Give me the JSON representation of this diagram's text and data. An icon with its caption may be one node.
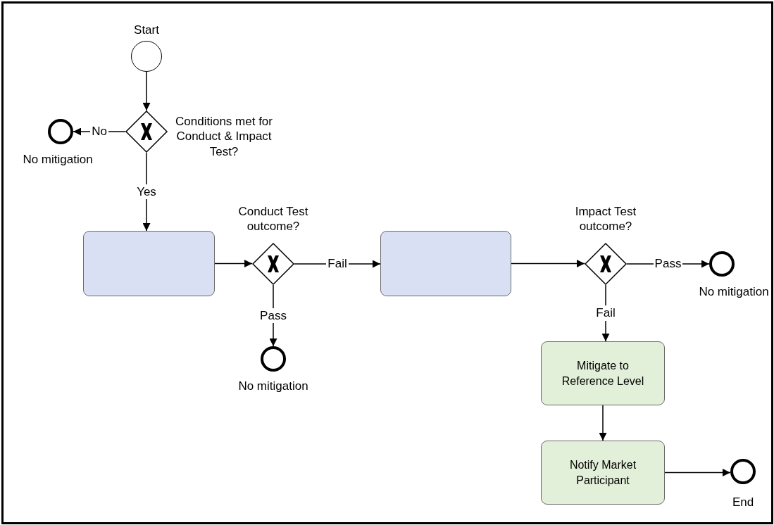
{
  "diagram": {
    "nodes": [
      {
        "text": [],
        "shape": "circle",
        "beside": [
          "Start"
        ]
      },
      {
        "text": [],
        "shape": "diamond",
        "beside": [
          "Conditions met for Conduct & Impact Test?"
        ]
      },
      {
        "text": [],
        "shape": "circle",
        "beside": [
          "No mitigation"
        ]
      },
      {
        "text": [],
        "shape": "box"
      },
      {
        "text": [],
        "shape": "diamond",
        "beside": [
          "Conduct Test outcome?"
        ]
      },
      {
        "text": [],
        "shape": "box"
      },
      {
        "text": [],
        "shape": "circle",
        "beside": [
          "No mitigation"
        ]
      },
      {
        "text": [],
        "shape": "diamond",
        "beside": [
          "Impact Test outcome?"
        ]
      },
      {
        "text": [],
        "shape": "circle",
        "beside": [
          "No mitigation"
        ]
      },
      {
        "text": [
          "Mitigate to Reference Level"
        ]
      },
      {
        "text": [
          "Notify Market Participant"
        ]
      },
      {
        "text": [],
        "shape": "circle",
        "beside": [
          "End"
        ]
      }
    ],
    "edges": [
      {
        "from": 0,
        "to": 1,
        "arrow": "to"
      },
      {
        "from": 1,
        "to": 2,
        "arrow": "to",
        "label": "No"
      },
      {
        "from": 1,
        "to": 3,
        "arrow": "to",
        "label": "Yes"
      },
      {
        "from": 3,
        "to": 4,
        "arrow": "to"
      },
      {
        "from": 4,
        "to": 5,
        "arrow": "to",
        "label": "Fail"
      },
      {
        "from": 4,
        "to": 6,
        "arrow": "to",
        "label": "Pass"
      },
      {
        "from": 5,
        "to": 7,
        "arrow": "to"
      },
      {
        "from": 7,
        "to": 8,
        "arrow": "to",
        "label": "Pass"
      },
      {
        "from": 7,
        "to": 9,
        "arrow": "to",
        "label": "Fail"
      },
      {
        "from": 9,
        "to": 10,
        "arrow": "to"
      },
      {
        "from": 10,
        "to": 11,
        "arrow": "to"
      }
    ]
  }
}
